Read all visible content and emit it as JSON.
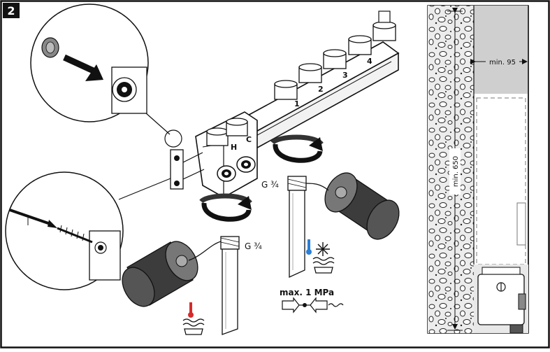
{
  "step": {
    "number": "2"
  },
  "thread_labels": {
    "left": "G ¾",
    "right": "G ¾"
  },
  "outlet_numbers": [
    "1",
    "2",
    "3",
    "4"
  ],
  "port_letters": {
    "hot": "H",
    "cold": "C"
  },
  "pressure": {
    "label": "max. 1 MPa"
  },
  "dimensions": {
    "width_label": "min. 95",
    "height_label": "min. 650"
  },
  "colors": {
    "line": "#1a1a1a",
    "stone_fill": "#e6e6e6",
    "cabinet_gray": "#cfcfcf",
    "hot_accent": "#d62a2a",
    "cold_accent": "#2a7fd6",
    "filter_body": "#3c3c3c"
  },
  "icons": {
    "hot_water": "hot-water-icon",
    "cold_water": "cold-water-icon",
    "check_valve": "check-valve-icon"
  }
}
